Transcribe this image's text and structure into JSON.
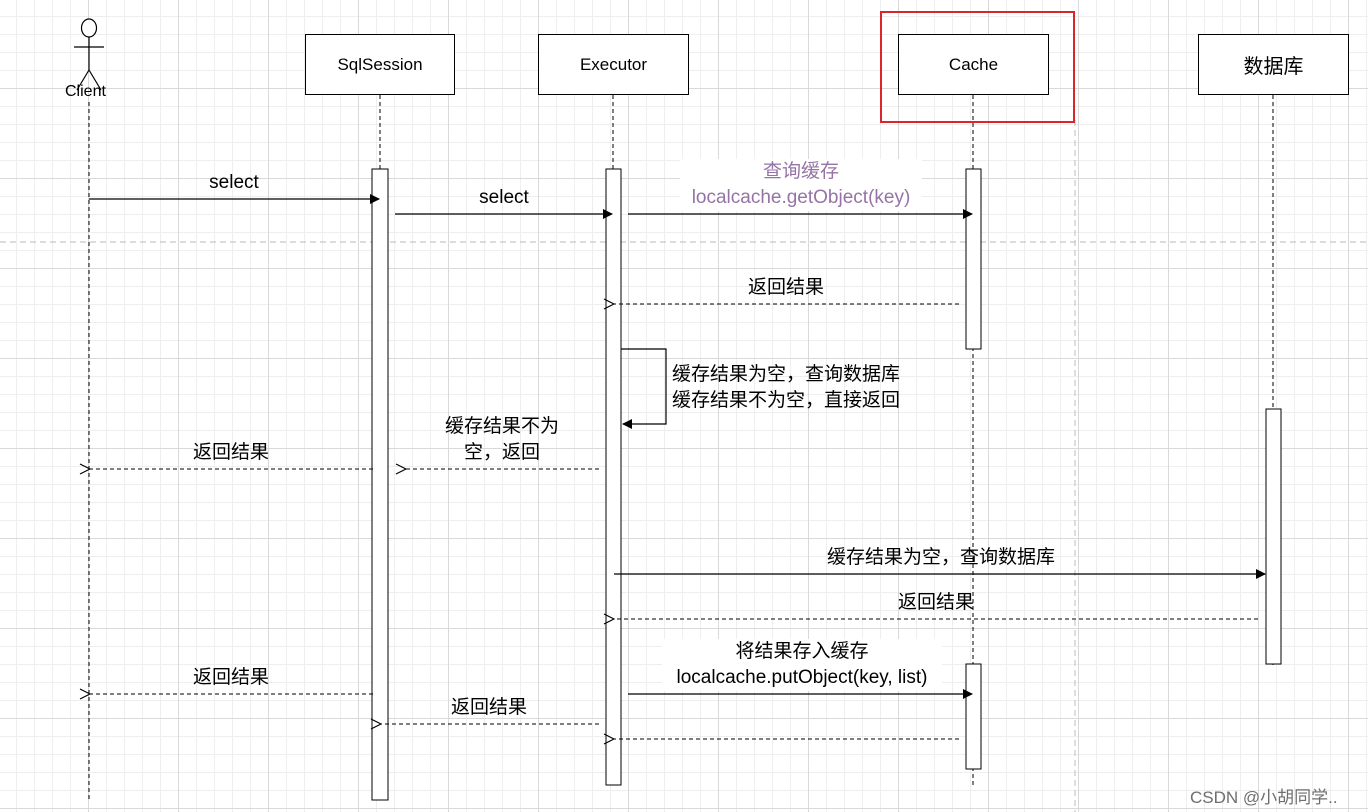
{
  "participants": {
    "client": "Client",
    "sqlsession": "SqlSession",
    "executor": "Executor",
    "cache": "Cache",
    "database": "数据库"
  },
  "messages": {
    "m1": "select",
    "m2": "select",
    "m3_line1": "查询缓存",
    "m3_line2": "localcache.getObject(key)",
    "m4": "返回结果",
    "self_line1": "缓存结果为空，查询数据库",
    "self_line2": "缓存结果不为空，直接返回",
    "m5_line1": "缓存结果不为",
    "m5_line2": "空，返回",
    "m6": "返回结果",
    "m7": "缓存结果为空，查询数据库",
    "m8": "返回结果",
    "m9_line1": "将结果存入缓存",
    "m9_line2": "localcache.putObject(key, list)",
    "m10": "返回结果",
    "m11": "返回结果"
  },
  "watermark": "CSDN @小胡同学..",
  "colors": {
    "highlight": "#d9262c",
    "purple_text": "#9673a6",
    "line": "#000000"
  }
}
